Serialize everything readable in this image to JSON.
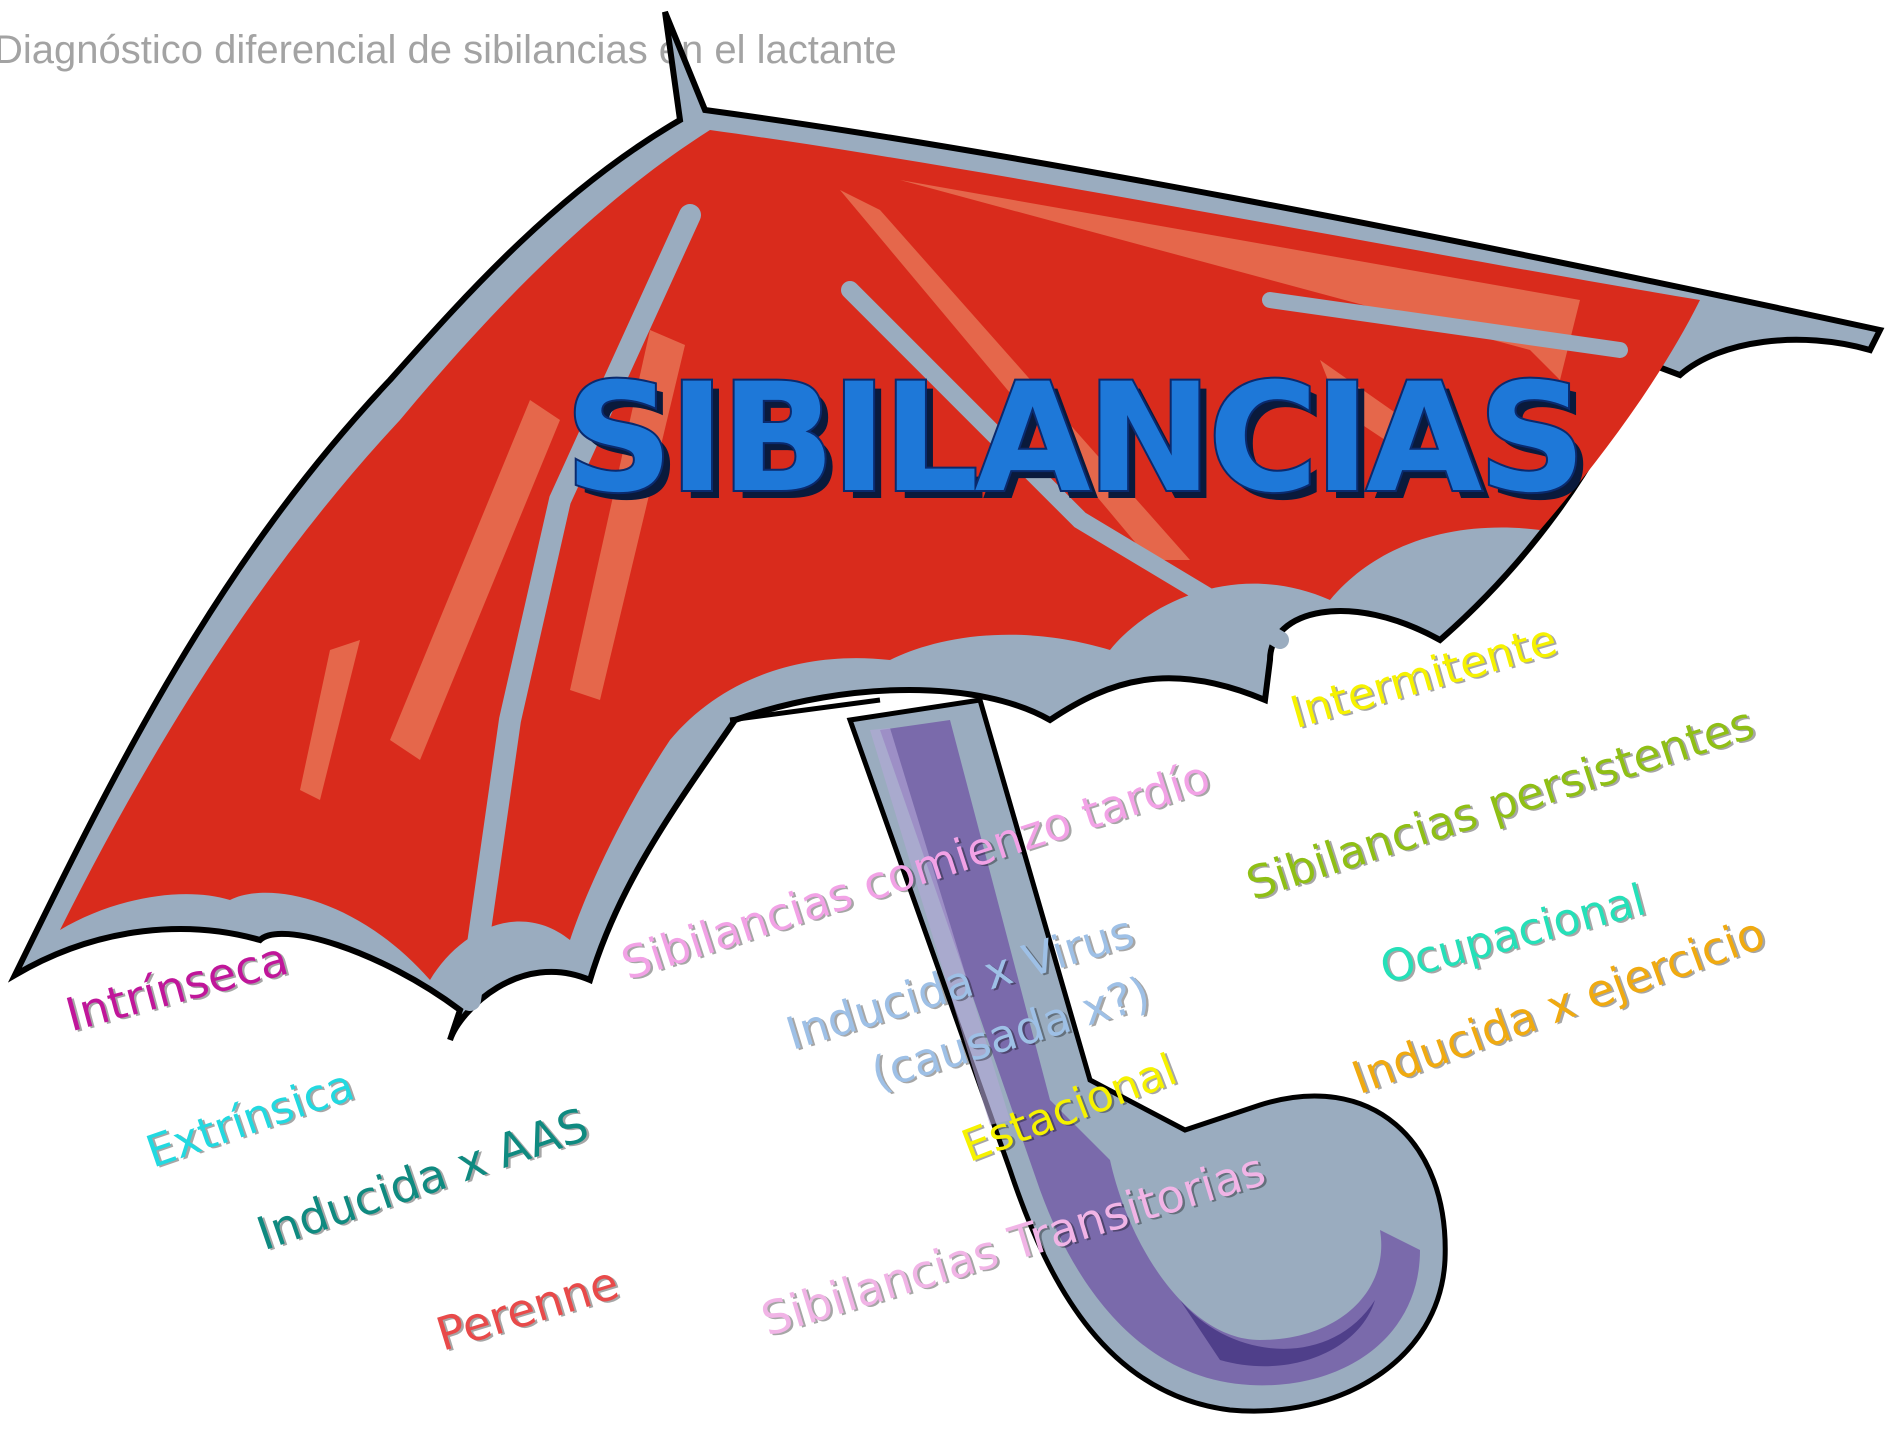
{
  "header": {
    "text": "Diagnóstico diferencial de sibilancias en el lactante"
  },
  "title": {
    "text": "SIBILANCIAS"
  },
  "labels": {
    "intrinseca": "Intrínseca",
    "extrinsica": "Extrínsica",
    "inducida_aas": "Inducida x AAS",
    "perenne": "Perenne",
    "comienzo_tardio": "Sibilancias comienzo tardío",
    "inducida_virus_1": "Inducida x Virus",
    "inducida_virus_2": "(causada x?)",
    "estacional": "Estacional",
    "transitorias": "Sibilancias Transitorias",
    "intermitente": "Intermitente",
    "persistentes": "Sibilancias persistentes",
    "ocupacional": "Ocupacional",
    "ejercicio": "Inducida x ejercicio"
  },
  "colors": {
    "canopy": "#d92b1c",
    "canopy_highlight": "#e5674b",
    "outline": "#9aacbf",
    "handle_purple": "#7a6aab",
    "title_blue": "#1e78d8",
    "intrinseca": "#c0169a",
    "extrinsica": "#22d9e0",
    "inducida_aas": "#0f8a80",
    "perenne": "#e84a4a",
    "comienzo_tardio": "#f2a2e6",
    "inducida_virus": "#9ec0e6",
    "estacional": "#f6f200",
    "transitorias": "#f1b4e6",
    "intermitente": "#f6f200",
    "persistentes": "#8fbf15",
    "ocupacional": "#25e0b8",
    "ejercicio": "#f0aa10"
  }
}
